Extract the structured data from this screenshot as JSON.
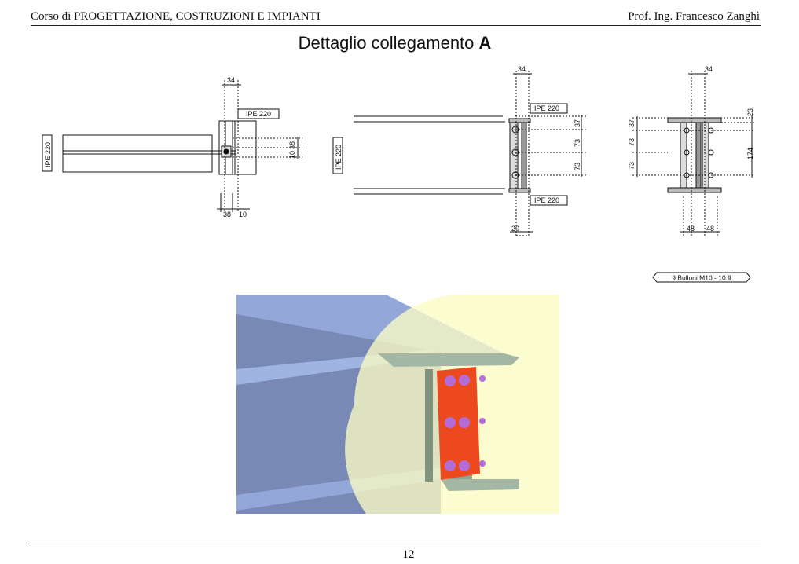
{
  "header": {
    "course": "Corso di PROGETTAZIONE, COSTRUZIONI E IMPIANTI",
    "author": "Prof. Ing. Francesco Zanghì"
  },
  "title": {
    "prefix": "Dettaglio collegamento ",
    "letter": "A"
  },
  "drawings": {
    "profile_label": "IPE 220",
    "view1": {
      "dim_top": "34",
      "dim_side_38": "38",
      "dim_side_10": "10",
      "dim_bottom_38": "38",
      "dim_bottom_10": "10"
    },
    "view2": {
      "dim_top": "34",
      "dim_37": "37",
      "dim_73a": "73",
      "dim_73b": "73",
      "dim_bottom": "20"
    },
    "view3": {
      "dim_top": "34",
      "dim_right_23": "23",
      "dim_right_174": "174",
      "dim_left_37": "37",
      "dim_left_73a": "73",
      "dim_left_73b": "73",
      "dim_bottom_48a": "48",
      "dim_bottom_48b": "48"
    },
    "bolt_note": "9 Bulloni M10 - 10.9"
  },
  "render_colors": {
    "beam_main": "#7889b6",
    "beam_light": "#93a8d8",
    "highlight": "#fbfbc4",
    "steel_secondary": "#9ab09a",
    "plate": "#ec4a1e",
    "bolt": "#b36bd6"
  },
  "footer": {
    "page": "12"
  }
}
